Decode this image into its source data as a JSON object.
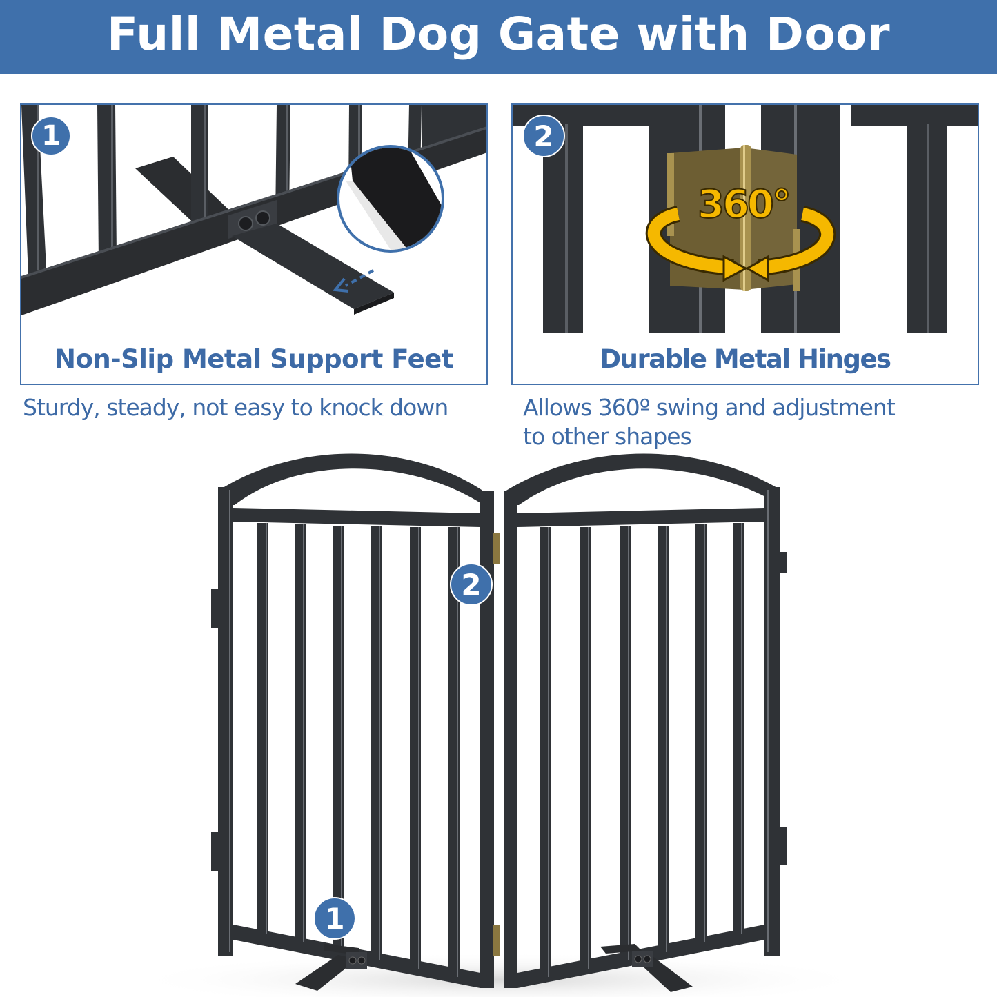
{
  "banner": {
    "title": "Full Metal Dog Gate with Door",
    "background_color": "#3f70ab"
  },
  "features": [
    {
      "number": "1",
      "caption": "Non-Slip Metal Support Feet",
      "description": "Sturdy, steady, not easy to knock down",
      "inset": "non-slip-pad-closeup"
    },
    {
      "number": "2",
      "caption": "Durable Metal Hinges",
      "description_line1": "Allows 360º swing and adjustment",
      "description_line2": "to other shapes",
      "overlay_label": "360°"
    }
  ],
  "gate_callouts": [
    {
      "number": "2",
      "target": "hinge"
    },
    {
      "number": "1",
      "target": "support-foot"
    }
  ],
  "colors": {
    "accent_blue": "#3f70ab",
    "text_blue": "#3d6aa6",
    "metal": "#2f3134",
    "hinge_brass": "#7a6a3a",
    "arrow_yellow": "#f5b800"
  }
}
